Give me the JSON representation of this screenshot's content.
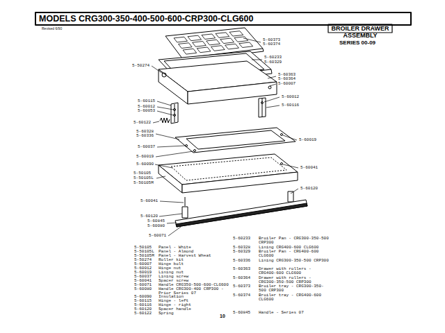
{
  "diagram": {
    "title": "MODELS CRG300-350-400-500-600-CRP300-CLG600",
    "labels": [
      "Revised 6/90",
      "BROILER DRAWER ASSEMBLY",
      "SERIES 00-09",
      "5-60373",
      "5-60374",
      "5-60233",
      "5-60329",
      "5-50274",
      "5-60363",
      "5-60364",
      "5-60007",
      "5-60012",
      "5-60115",
      "5-60012",
      "5-60053",
      "5-60116",
      "5-60122",
      "5-60328",
      "5-60336",
      "5-60019",
      "5-60037",
      "5-60019",
      "5-60090",
      "5-60041",
      "5-50105",
      "5-50105L",
      "5-50105M",
      "5-60120",
      "5-60041",
      "5-60120",
      "5-60845",
      "5-60080",
      "5-60071",
      "5-50105",
      "Panel - White",
      "5-50105L",
      "Panel - Almond",
      "5-50105M",
      "Panel - Harvest Wheat",
      "5-50274",
      "Roller kit",
      "5-60007",
      "Hinge bolt",
      "5-60012",
      "Hinge nut",
      "5-60019",
      "Lining nut",
      "5-60037",
      "Lining screw",
      "5-60041",
      "Spacer screw",
      "5-60071",
      "Handle CRG350-500-600-CLG600",
      "5-60080",
      "Handle CRG300-400 CRP300 - Prior Series 07",
      "5-60090",
      "Insulation",
      "5-60115",
      "Hinge - left",
      "5-60116",
      "Hinge - right",
      "5-60120",
      "Spacer handle",
      "5-60122",
      "Spring",
      "5-60233",
      "Broiler Pan - CRG300-350-500 CRP300",
      "5-60328",
      "Lining CRG400-600 CLG600",
      "5-60329",
      "Broiler Pan - CRG400-600 CLG600",
      "5-60336",
      "Lining CRG300-350-500 CRP300",
      "5-60363",
      "Drawer with rollers - CRG400-600 CLG600",
      "5-60364",
      "Drawer with rollers - CRG300-350-500 CRP300",
      "5-60373",
      "Broiler tray - CRG300-350-500 CRP300",
      "5-60374",
      "Broiler tray - CRG400-600 CLG600",
      "5-60845",
      "Handle - Series 07",
      "10"
    ]
  }
}
